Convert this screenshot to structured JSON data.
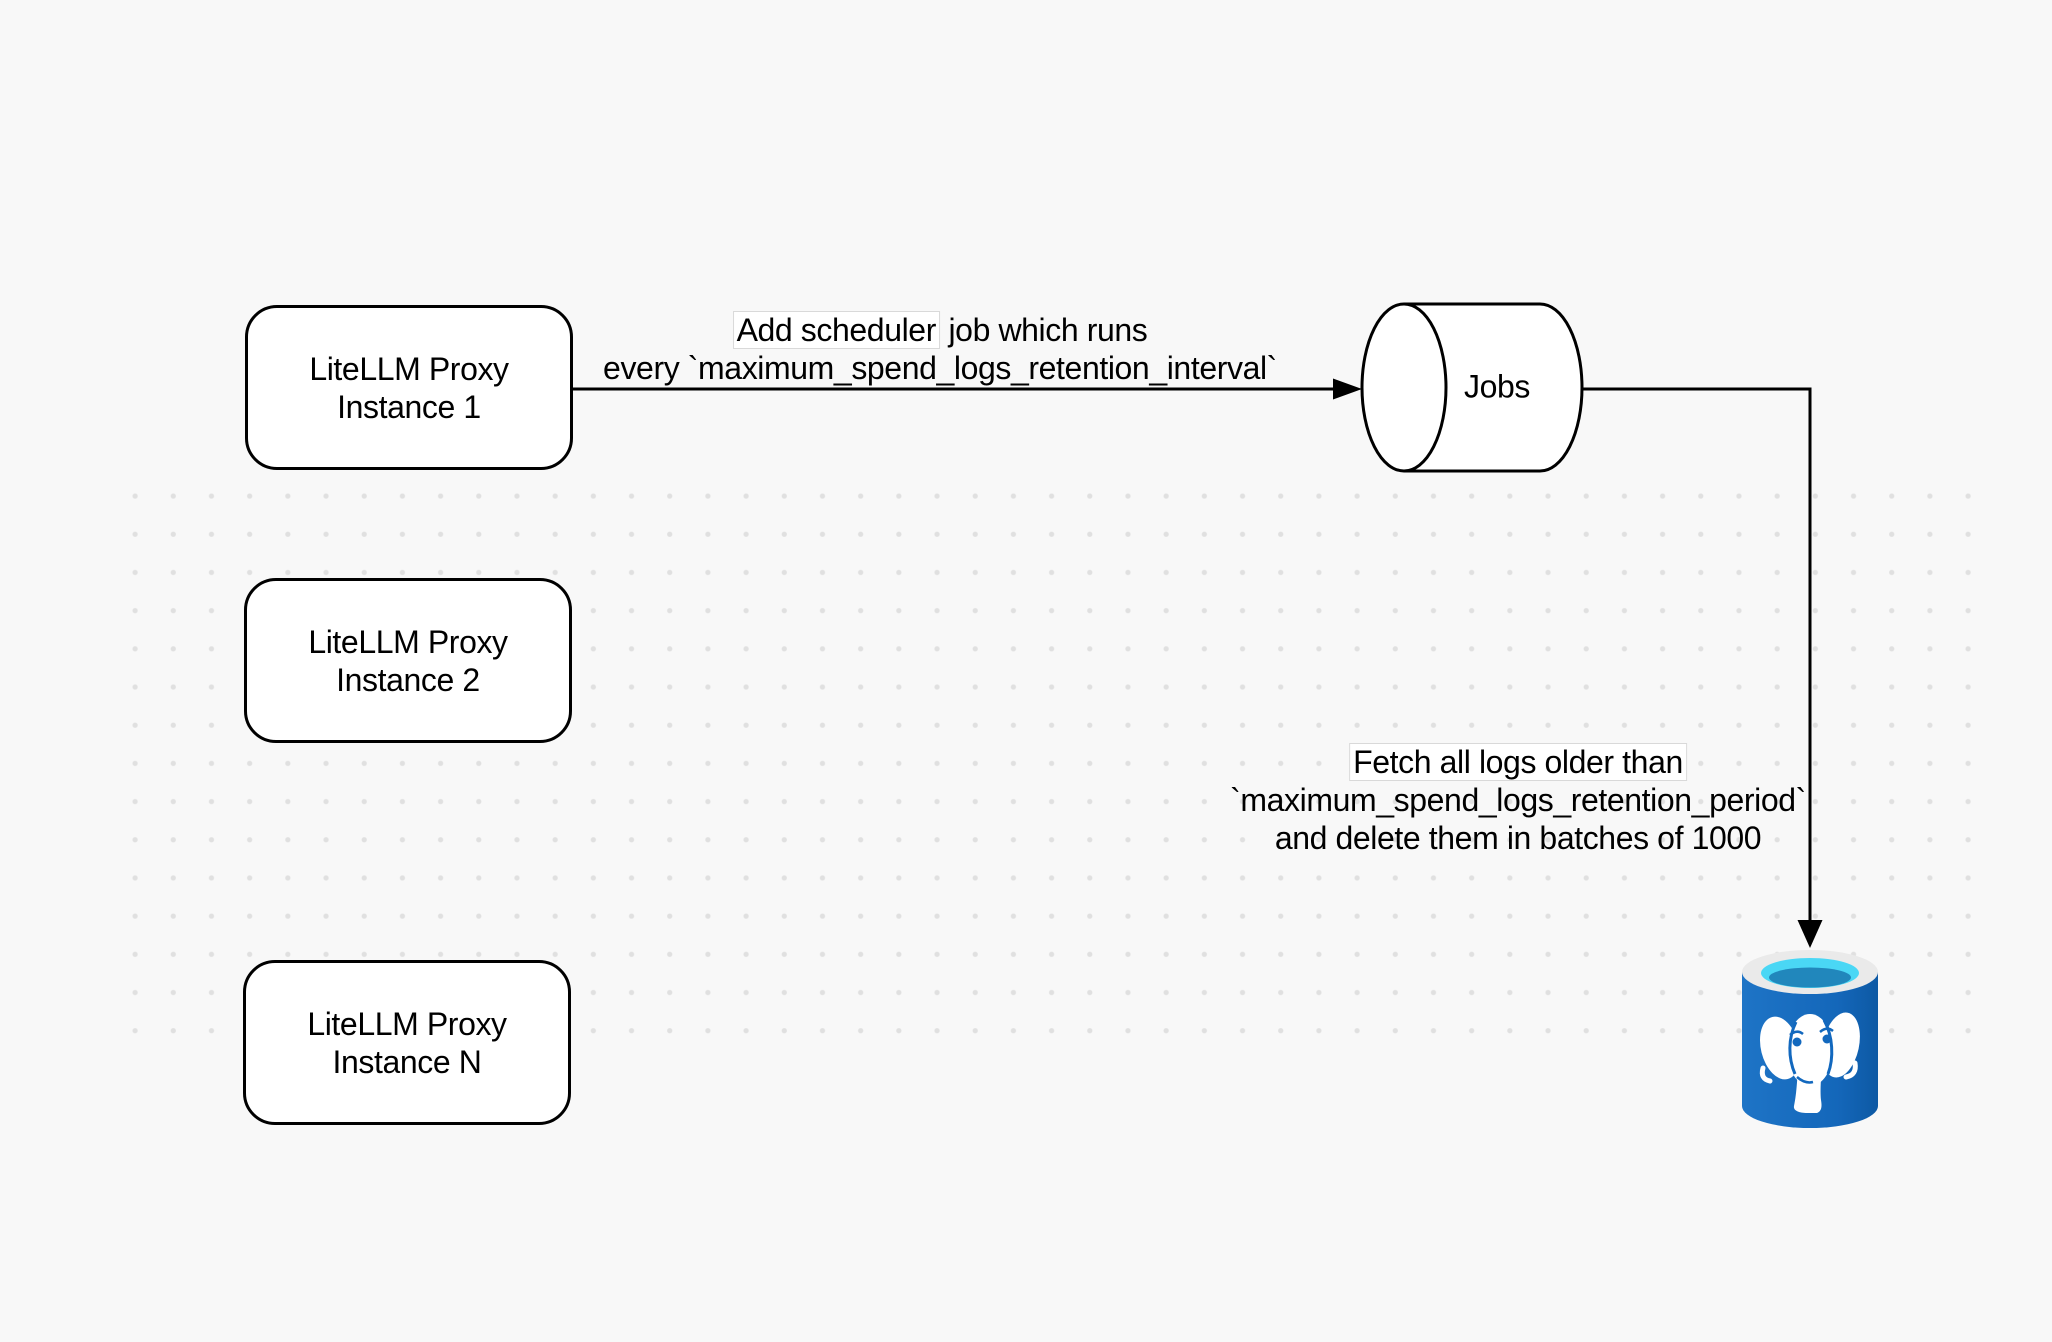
{
  "diagram": {
    "type": "flowchart",
    "background_color": "#f8f8f8",
    "dot_grid_color": "#e0e0e0",
    "shape_stroke_color": "#000000",
    "shape_fill_color": "#ffffff",
    "text_color": "#000000",
    "nodes": {
      "proxy_instances": [
        {
          "line1": "LiteLLM Proxy",
          "line2": "Instance 1"
        },
        {
          "line1": "LiteLLM Proxy",
          "line2": "Instance 2"
        },
        {
          "line1": "LiteLLM Proxy",
          "line2": "Instance N"
        }
      ],
      "jobs_queue": {
        "label": "Jobs",
        "shape": "horizontal-cylinder"
      },
      "postgres_database": {
        "icon": "postgresql-database-icon",
        "body_color": "#1a6ec3",
        "body_color_dark": "#0d59a4",
        "rim_color": "#eaeaea",
        "water_light_color": "#4ad7f5",
        "water_dark_color": "#2187bc",
        "elephant_color": "#ffffff"
      }
    },
    "edges": {
      "scheduler": {
        "line1_boxed": "Add scheduler",
        "line1_rest": " job which runs",
        "line2": "every `maximum_spend_logs_retention_interval`"
      },
      "fetch_delete": {
        "line1": "Fetch all logs older than",
        "line2": "`maximum_spend_logs_retention_period`",
        "line3": "and delete them in batches of 1000"
      }
    }
  }
}
